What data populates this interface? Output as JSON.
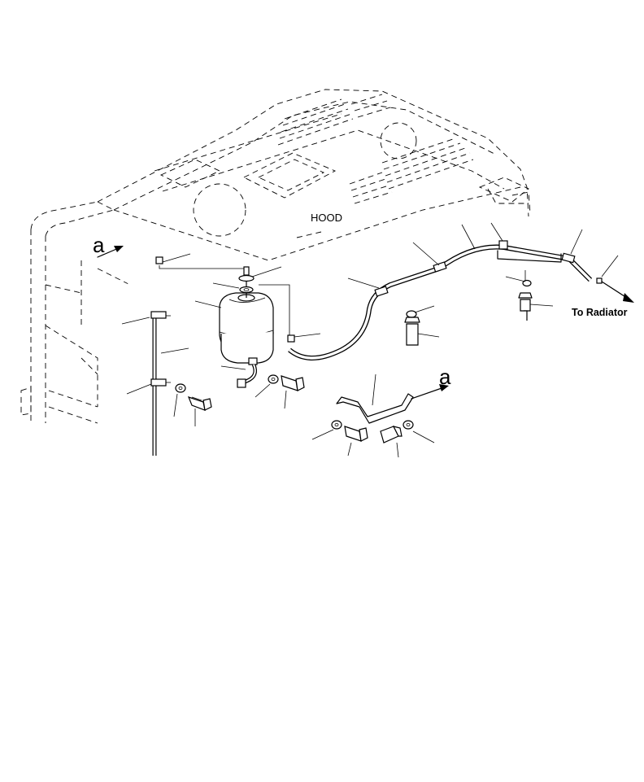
{
  "labels": {
    "hood": "HOOD",
    "to_radiator": "To Radiator",
    "view_marker_a": "a"
  },
  "colors": {
    "ink": "#000000",
    "paper": "#ffffff"
  }
}
